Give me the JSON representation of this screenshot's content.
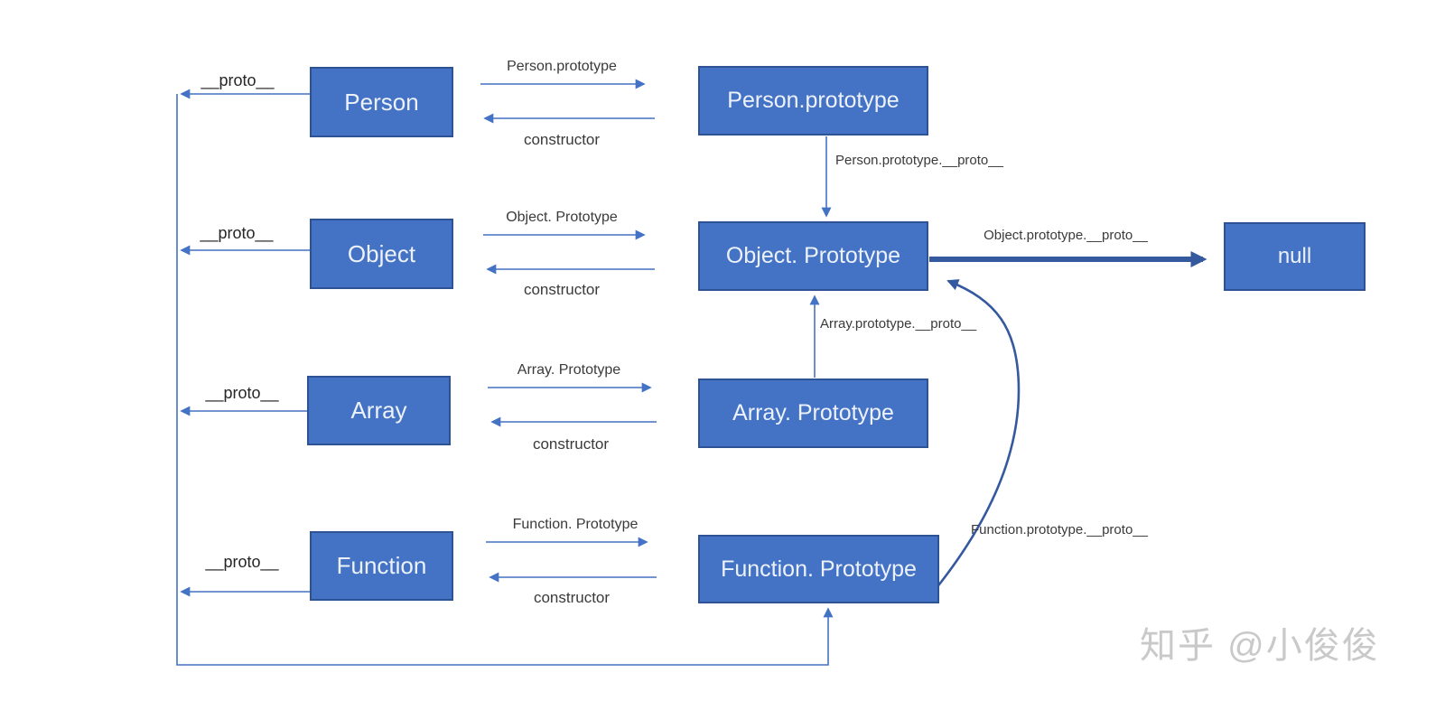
{
  "watermark": "知乎 @小俊俊",
  "colors": {
    "box_fill": "#4472C4",
    "box_border": "#2E5395",
    "box_text": "#EDF2FA",
    "thin_arrow": "#4472C4",
    "dark_arrow": "#35599E",
    "label_text": "#3A3A3A",
    "watermark_text": "#C9C9C9",
    "background": "#FFFFFF"
  },
  "nodes": {
    "person": "Person",
    "object": "Object",
    "array": "Array",
    "function": "Function",
    "person_prototype": "Person.prototype",
    "object_prototype": "Object. Prototype",
    "array_prototype": "Array. Prototype",
    "function_prototype": "Function. Prototype",
    "null_value": "null"
  },
  "labels": {
    "proto_row1": "__proto__",
    "proto_row2": "__proto__",
    "proto_row3": "__proto__",
    "proto_row4": "__proto__",
    "row1_top": "Person.prototype",
    "row1_bottom": "constructor",
    "row2_top": "Object. Prototype",
    "row2_bottom": "constructor",
    "row3_top": "Array. Prototype",
    "row3_bottom": "constructor",
    "row4_top": "Function. Prototype",
    "row4_bottom": "constructor",
    "person_chain": "Person.prototype.__proto__",
    "array_chain": "Array.prototype.__proto__",
    "object_chain": "Object.prototype.__proto__",
    "function_chain": "Function.prototype.__proto__"
  }
}
